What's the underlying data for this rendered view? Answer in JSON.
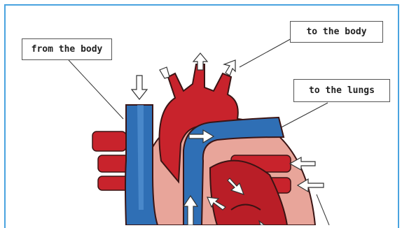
{
  "labels": {
    "from_body": "from the body",
    "to_body": "to the body",
    "to_lungs": "to the lungs"
  },
  "colors": {
    "frame": "#4aa3df",
    "oxygenated": "#c8232c",
    "deoxygenated": "#2f6fb5",
    "tissue": "#e8a59a",
    "outline": "#3a1414"
  }
}
